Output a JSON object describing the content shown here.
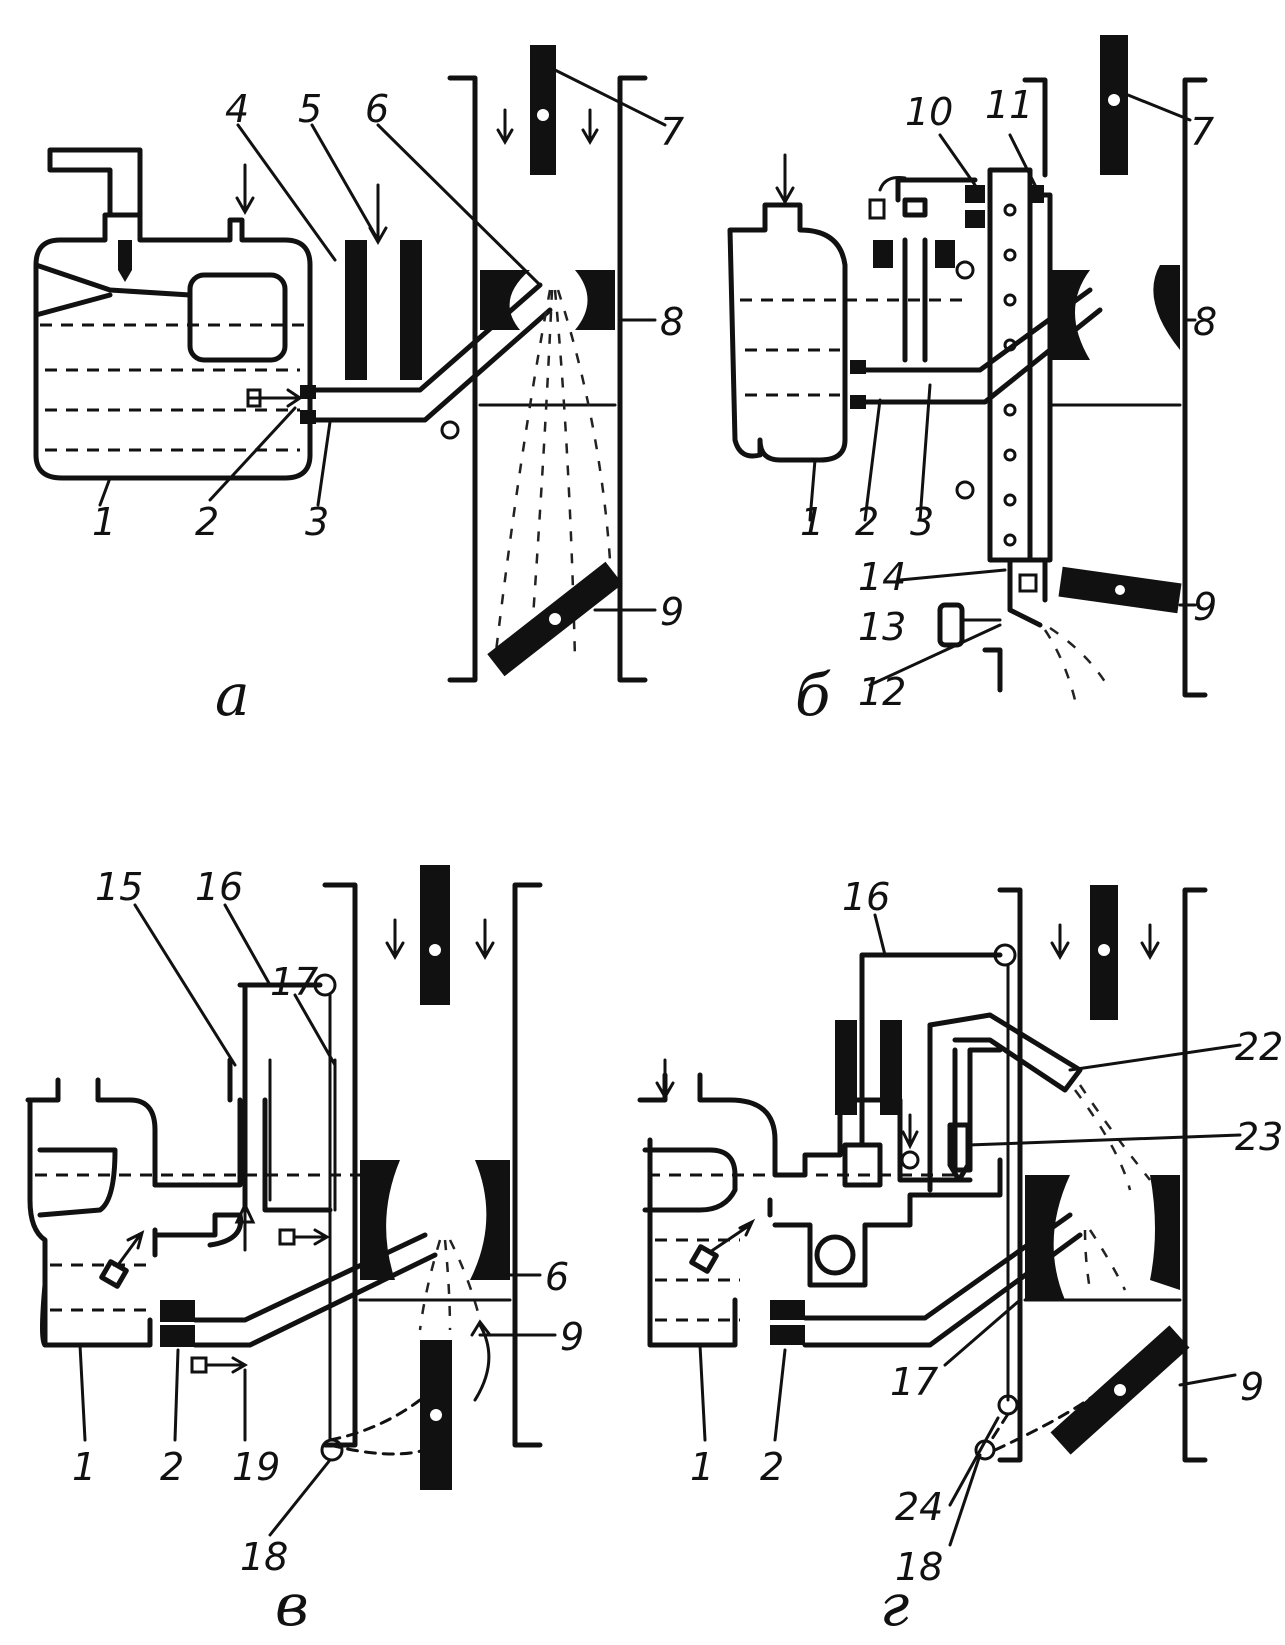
{
  "panels": {
    "a": {
      "letter": "a",
      "labels": [
        "1",
        "2",
        "3",
        "4",
        "5",
        "6",
        "7",
        "8",
        "9"
      ]
    },
    "b": {
      "letter": "б",
      "labels": [
        "1",
        "2",
        "3",
        "7",
        "8",
        "9",
        "10",
        "11",
        "12",
        "13",
        "14"
      ]
    },
    "v": {
      "letter": "в",
      "labels": [
        "1",
        "2",
        "6",
        "9",
        "15",
        "16",
        "17",
        "18",
        "19"
      ]
    },
    "g": {
      "letter": "г",
      "labels": [
        "1",
        "2",
        "9",
        "16",
        "17",
        "18",
        "22",
        "23",
        "24"
      ]
    }
  }
}
